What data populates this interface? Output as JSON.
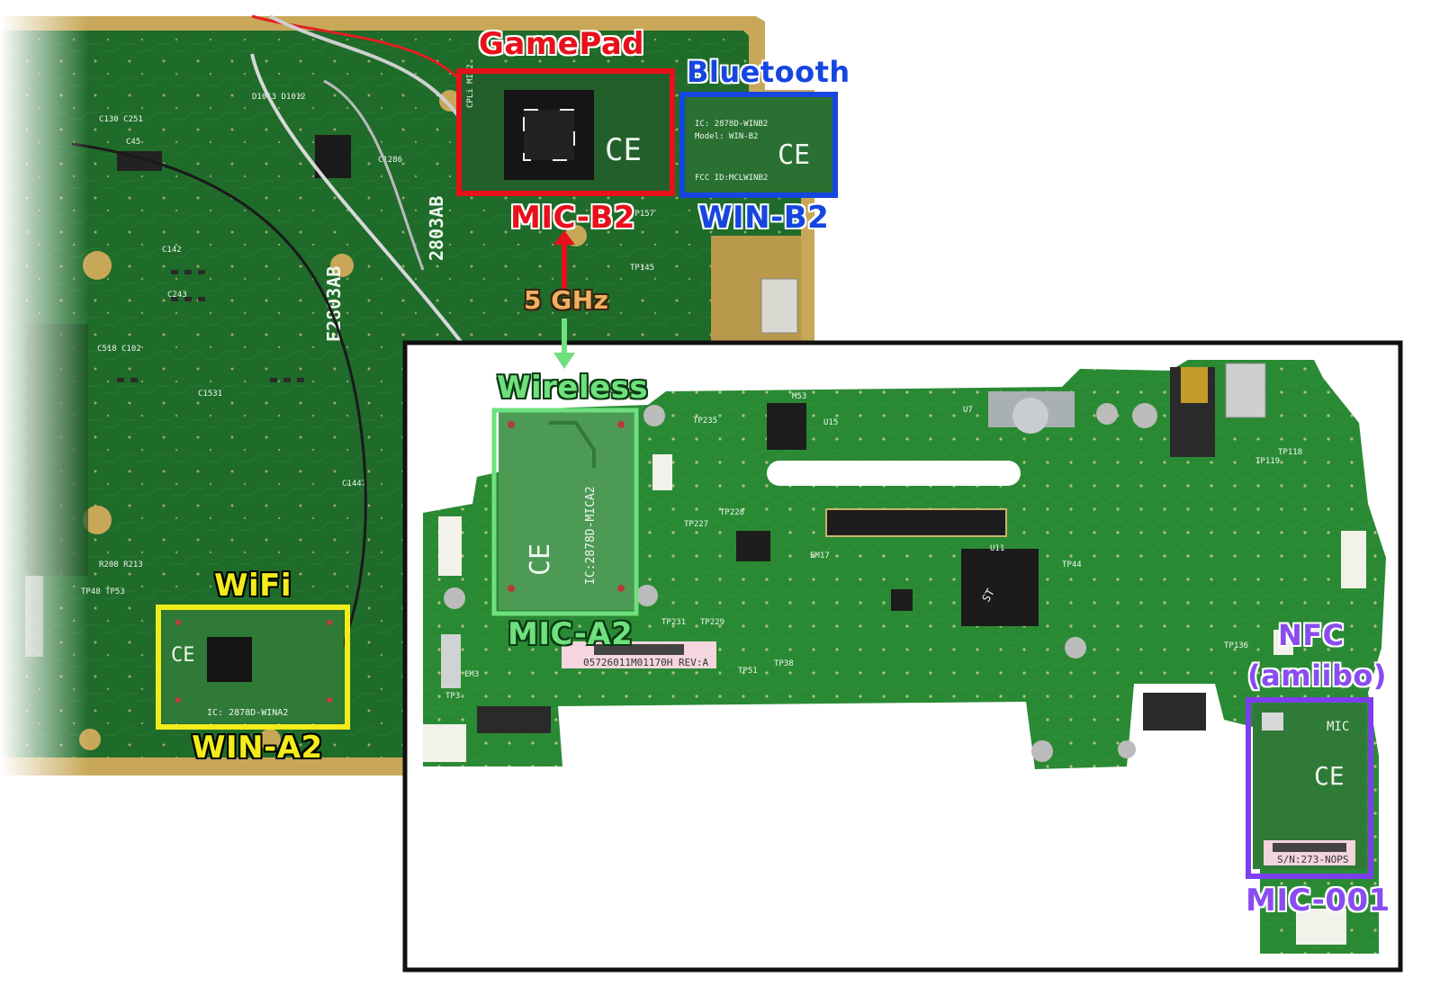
{
  "labels": {
    "gamepad": "GamePad",
    "bluetooth": "Bluetooth",
    "mic_b2": "MIC-B2",
    "win_b2": "WIN-B2",
    "ghz": "5 GHz",
    "wireless": "Wireless",
    "mic_a2": "MIC-A2",
    "wifi": "WiFi",
    "win_a2": "WIN-A2",
    "nfc": "NFC",
    "amiibo": "(amiibo)",
    "mic_001": "MIC-001"
  },
  "chip_text": {
    "win_b2_ic": "IC: 2878D-WINB2",
    "win_b2_model": "Model: WIN-B2",
    "win_b2_fcc": "FCC ID:MCLWINB2",
    "win_a2_ic": "IC: 2878D-WINA2",
    "mic_a2_ic": "IC:2878D-MICA2",
    "mic_001_sn": "S/N:273-NOPS",
    "barcode": "05726011M01170H   REV:A"
  },
  "colors": {
    "pcb_dark": "#1f6b2a",
    "pcb_light": "#2f8a37",
    "gold": "#c8a858",
    "red_box": "#e8101a",
    "blue_box": "#1646e0",
    "yellow_box": "#f3ec1b",
    "green_box": "#6fe07e",
    "purple_box": "#7d3df0",
    "frame": "#111111"
  }
}
